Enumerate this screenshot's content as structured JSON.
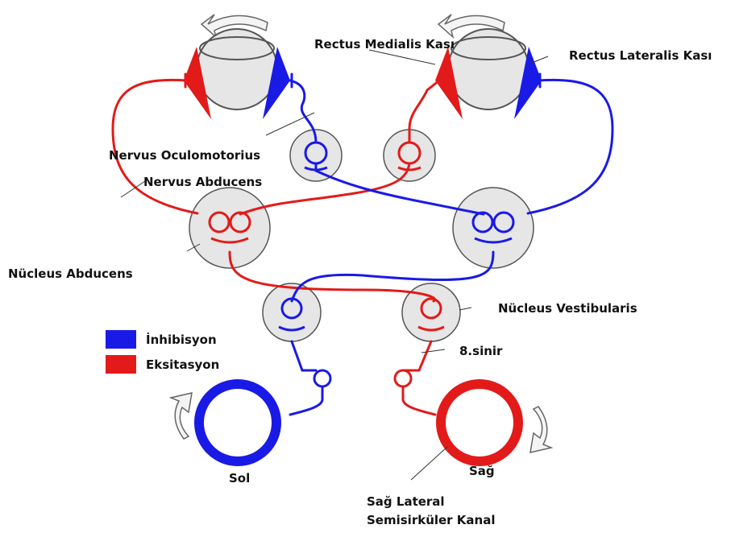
{
  "colors": {
    "inhibition": "#1a1ae6",
    "excitation": "#e31a1a",
    "nucleus_fill": "#e6e6e6",
    "nucleus_stroke": "#555555",
    "arrow_fill": "#f4f4f4",
    "arrow_stroke": "#666666"
  },
  "labels": {
    "rectus_medialis": "Rectus Medialis Kası",
    "rectus_lateralis": "Rectus Lateralis Kası",
    "nervus_oculomotorius": "Nervus Oculomotorius",
    "nervus_abducens": "Nervus Abducens",
    "nucleus_abducens": "Nücleus Abducens",
    "nucleus_vestibularis": "Nücleus Vestibularis",
    "sinir_8": "8.sinir",
    "sol": "Sol",
    "sag": "Sağ",
    "canal_line1": "Sağ Lateral",
    "canal_line2": "Semisirküler Kanal"
  },
  "legend": [
    {
      "label": "İnhibisyon",
      "color": "#1a1ae6"
    },
    {
      "label": "Eksitasyon",
      "color": "#e31a1a"
    }
  ]
}
